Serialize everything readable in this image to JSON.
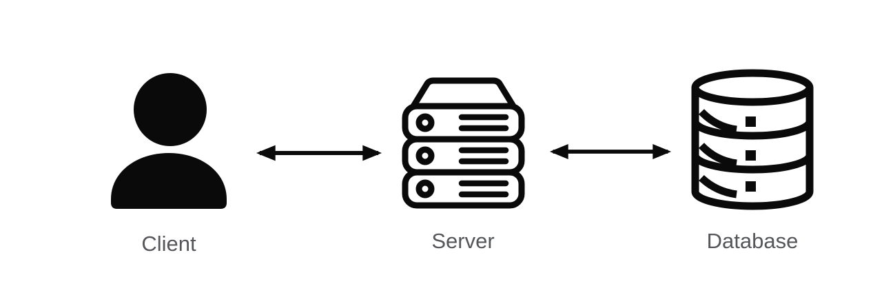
{
  "diagram": {
    "type": "architecture-flow",
    "colors": {
      "background": "#ffffff",
      "icon": "#0a0a0a",
      "label": "#55565a"
    },
    "nodes": [
      {
        "id": "client",
        "label": "Client",
        "icon": "user-person-icon"
      },
      {
        "id": "server",
        "label": "Server",
        "icon": "server-rack-icon"
      },
      {
        "id": "database",
        "label": "Database",
        "icon": "database-cylinder-icon"
      }
    ],
    "connectors": [
      {
        "from": "client",
        "to": "server",
        "style": "double-headed-arrow"
      },
      {
        "from": "server",
        "to": "database",
        "style": "double-headed-arrow"
      }
    ]
  }
}
